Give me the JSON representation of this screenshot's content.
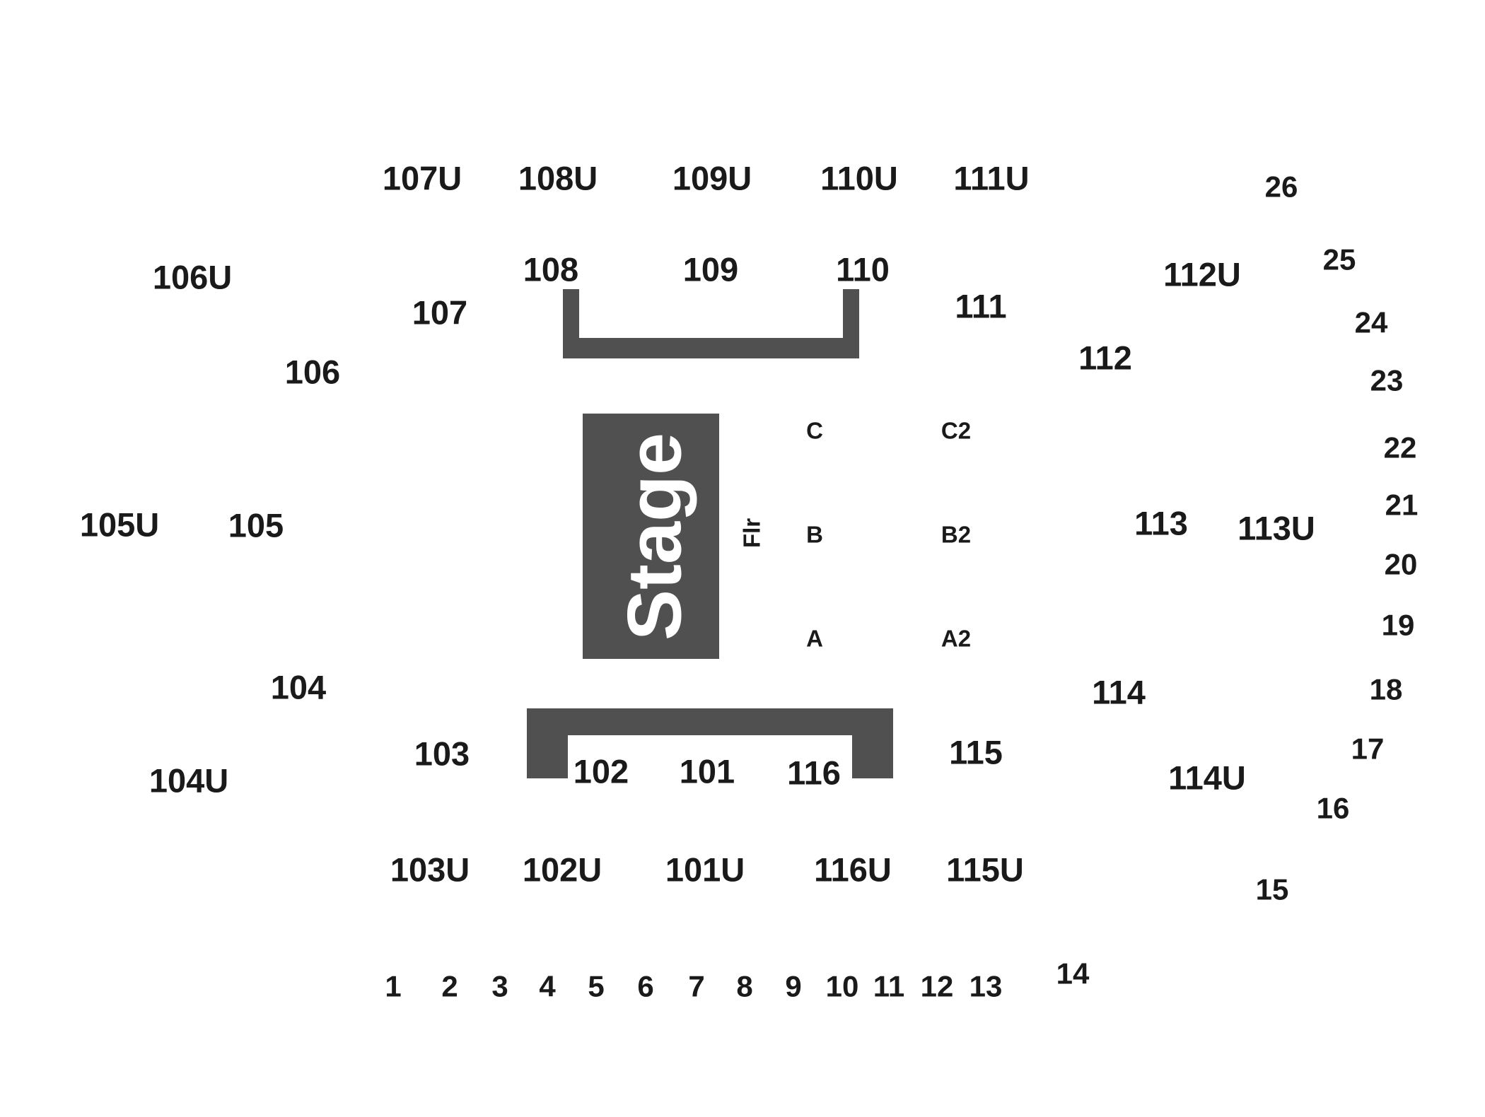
{
  "colors": {
    "background": "#ffffff",
    "structure": "#505050",
    "label_text": "#1a1a1a",
    "stage_text": "#ffffff"
  },
  "stage": {
    "label": "Stage"
  },
  "floor": {
    "label": "Flr",
    "rows": [
      "C",
      "B",
      "A"
    ],
    "rows2": [
      "C2",
      "B2",
      "A2"
    ]
  },
  "sections": {
    "upper_top": [
      "107U",
      "108U",
      "109U",
      "110U",
      "111U"
    ],
    "lower_top": [
      "108",
      "109",
      "110"
    ],
    "upper_bottom": [
      "103U",
      "102U",
      "101U",
      "116U",
      "115U"
    ],
    "lower_bottom": [
      "102",
      "101",
      "116"
    ],
    "left": [
      "106U",
      "107",
      "106",
      "105U",
      "105",
      "104",
      "104U",
      "103"
    ],
    "right": [
      "111",
      "112U",
      "112",
      "113",
      "113U",
      "114",
      "114U",
      "115"
    ]
  },
  "numbered_positions": [
    "1",
    "2",
    "3",
    "4",
    "5",
    "6",
    "7",
    "8",
    "9",
    "10",
    "11",
    "12",
    "13",
    "14",
    "15",
    "16",
    "17",
    "18",
    "19",
    "20",
    "21",
    "22",
    "23",
    "24",
    "25",
    "26"
  ]
}
